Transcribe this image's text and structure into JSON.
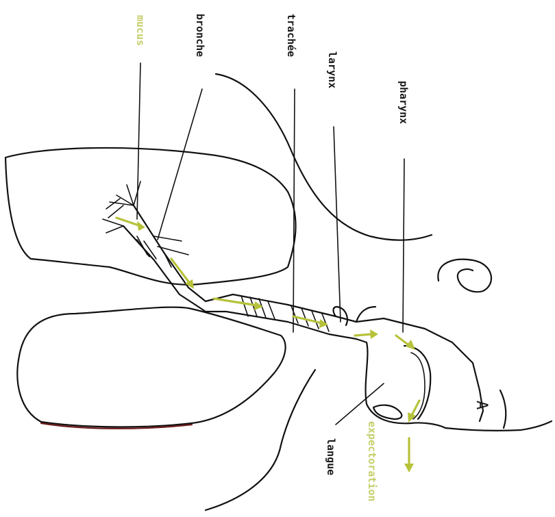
{
  "labels": {
    "mucus": "mucus",
    "bronche": "bronche",
    "trachee": "trachée",
    "larynx": "larynx",
    "pharynx": "pharynx",
    "langue": "langue",
    "expectoration": "expectoration",
    "figure_mark": "A"
  },
  "colors": {
    "ink": "#111111",
    "arrow_green": "#b6c23a",
    "label_green": "#c6cf6a"
  }
}
